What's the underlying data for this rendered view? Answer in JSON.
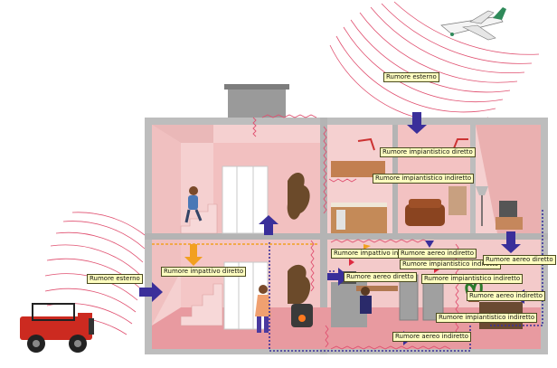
{
  "labels": {
    "external_top": "Rumore esterno",
    "external_left": "Rumore esterno",
    "plant_direct": "Rumore impiantistico diretto",
    "plant_indirect_top": "Rumore impiantistico indiretto",
    "impact_direct": "Rumore impattivo diretto",
    "impact_indirect": "Rumore impattivo indiretto",
    "air_direct_mid": "Rumore aereo diretto",
    "air_indirect_mid": "Rumore aereo indiretto",
    "plant_indirect_mid": "Rumore impiantistico indiretto",
    "air_direct_right": "Rumore aereo diretto",
    "air_direct_center": "Rumore aereo diretto",
    "plant_indirect_center": "Rumore impiantistico indiretto",
    "air_indirect_right": "Rumore aereo indiretto",
    "plant_indirect_bottom": "Rumore impiantistico indiretto",
    "air_indirect_bottom": "Rumore aereo indiretto"
  },
  "colors": {
    "wall": "#f2c4c4",
    "wall_dark": "#e9a8a8",
    "frame": "#a8a8a8",
    "noise_wave": "#e05070",
    "arrow_blue": "#3a2f9a",
    "arrow_orange": "#f2a020",
    "label_bg": "#ffffc0"
  }
}
